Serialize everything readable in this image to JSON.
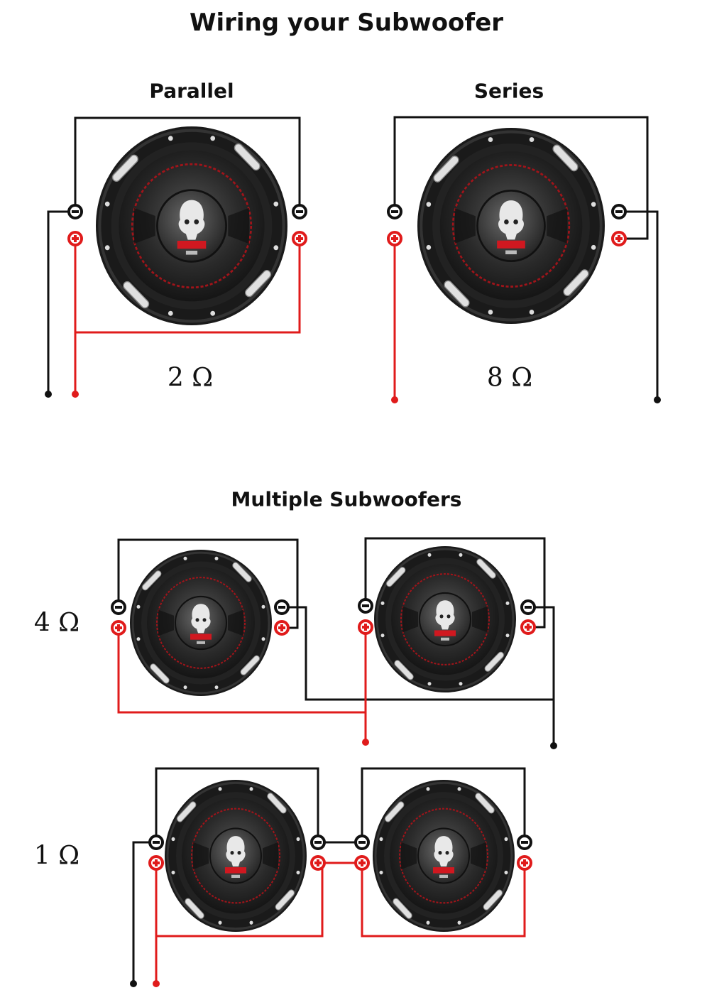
{
  "title": "Wiring  your Subwoofer",
  "parallel": {
    "label": "Parallel",
    "impedance": "2 Ω"
  },
  "series": {
    "label": "Series",
    "impedance": "8 Ω"
  },
  "multiple": {
    "label": "Multiple Subwoofers",
    "row1_impedance": "4 Ω",
    "row2_impedance": "1 Ω"
  },
  "colors": {
    "negative_wire": "#111111",
    "positive_wire": "#e01b1b",
    "speaker_body": "#1c1c1c",
    "accent": "#c0141a"
  },
  "icons": {
    "terminal_negative": "minus-terminal-icon",
    "terminal_positive": "plus-terminal-icon",
    "speaker": "subwoofer-icon"
  }
}
